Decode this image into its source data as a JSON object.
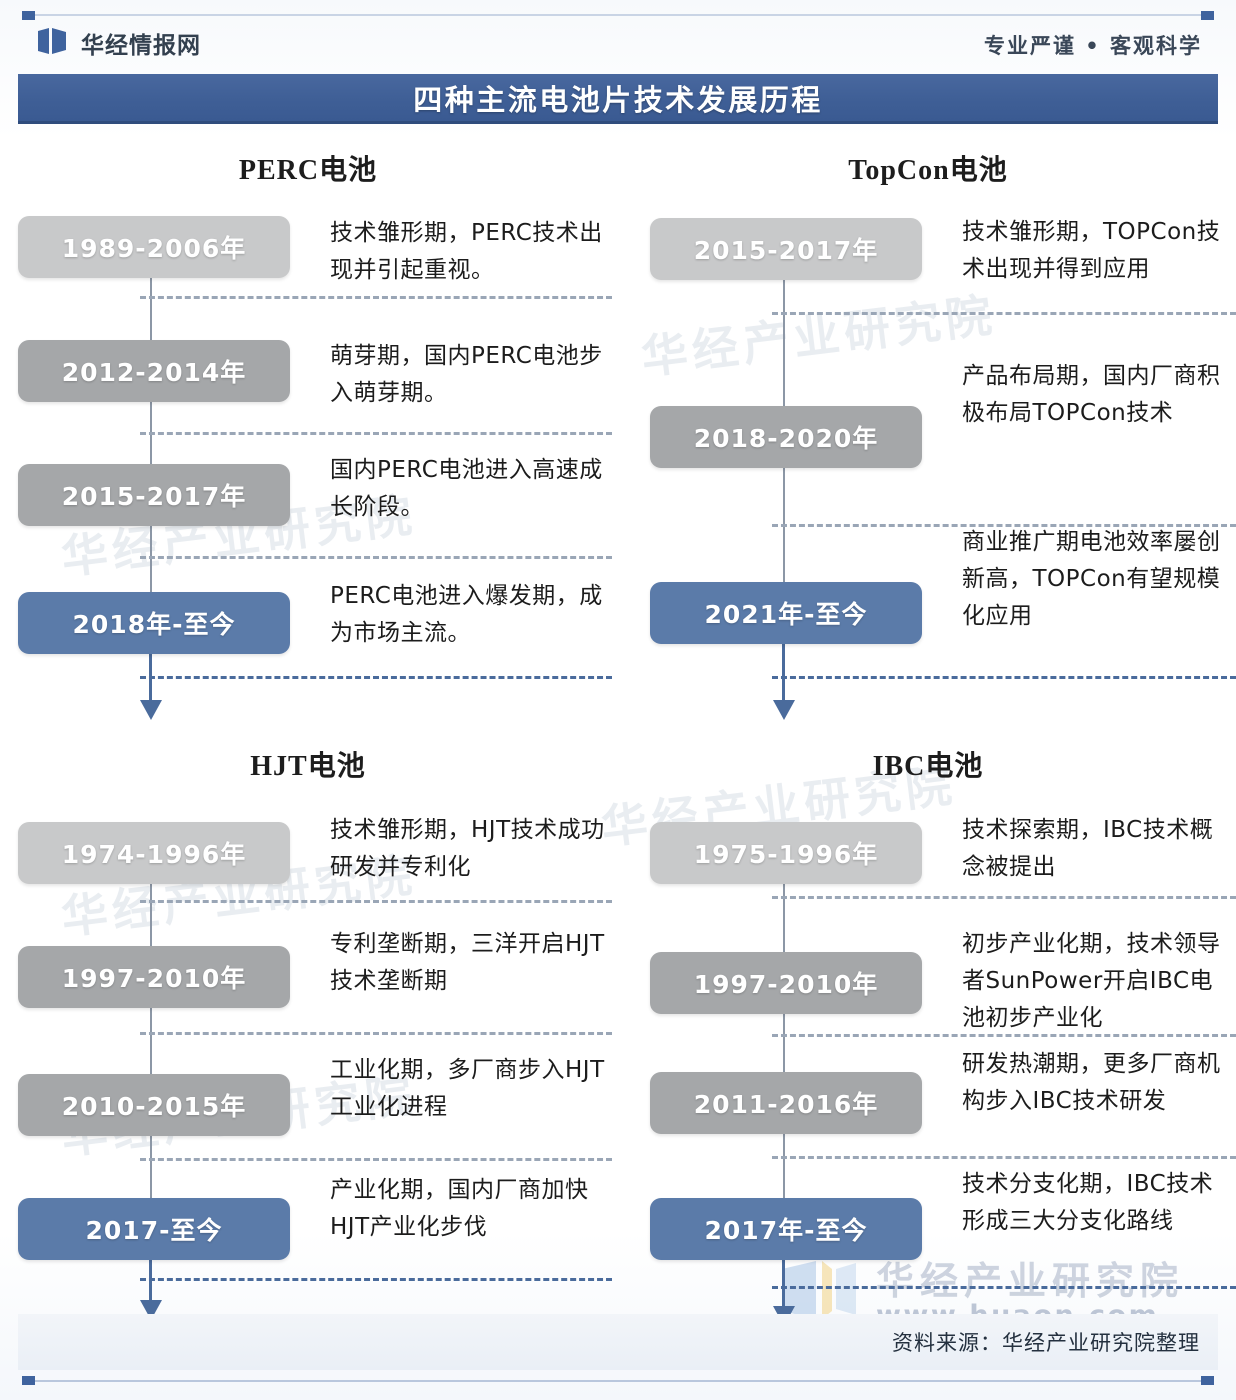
{
  "header": {
    "brand_name": "华经情报网",
    "logo_icon": "book-flag-icon",
    "tagline": "专业严谨 • 客观科学"
  },
  "title": "四种主流电池片技术发展历程",
  "watermarks": {
    "line1": "华经产业研究院",
    "line2": "www.huaon.com",
    "repeat": "华经产业研究院"
  },
  "footer": {
    "source": "资料来源：华经产业研究院整理"
  },
  "sections": [
    {
      "id": "perc",
      "heading": "PERC电池",
      "items": [
        {
          "period": "1989-2006年",
          "desc": "技术雏形期，PERC技术出现并引起重视。",
          "tone": "g1"
        },
        {
          "period": "2012-2014年",
          "desc": "萌芽期，国内PERC电池步入萌芽期。",
          "tone": "g2"
        },
        {
          "period": "2015-2017年",
          "desc": "国内PERC电池进入高速成长阶段。",
          "tone": "g2"
        },
        {
          "period": "2018年-至今",
          "desc": "PERC电池进入爆发期，成为市场主流。",
          "tone": "blue"
        }
      ]
    },
    {
      "id": "topcon",
      "heading": "TopCon电池",
      "items": [
        {
          "period": "2015-2017年",
          "desc": "技术雏形期，TOPCon技术出现并得到应用",
          "tone": "g1"
        },
        {
          "period": "2018-2020年",
          "desc": "产品布局期，国内厂商积极布局TOPCon技术",
          "tone": "g2"
        },
        {
          "period": "2021年-至今",
          "desc": "商业推广期电池效率屡创新高，TOPCon有望规模化应用",
          "tone": "blue"
        }
      ]
    },
    {
      "id": "hjt",
      "heading": "HJT电池",
      "items": [
        {
          "period": "1974-1996年",
          "desc": "技术雏形期，HJT技术成功研发并专利化",
          "tone": "g1"
        },
        {
          "period": "1997-2010年",
          "desc": "专利垄断期，三洋开启HJT技术垄断期",
          "tone": "g2"
        },
        {
          "period": "2010-2015年",
          "desc": "工业化期，多厂商步入HJT工业化进程",
          "tone": "g2"
        },
        {
          "period": "2017-至今",
          "desc": "产业化期，国内厂商加快HJT产业化步伐",
          "tone": "blue"
        }
      ]
    },
    {
      "id": "ibc",
      "heading": "IBC电池",
      "items": [
        {
          "period": "1975-1996年",
          "desc": "技术探索期，IBC技术概念被提出",
          "tone": "g1"
        },
        {
          "period": "1997-2010年",
          "desc": "初步产业化期，技术领导者SunPower开启IBC电池初步产业化",
          "tone": "g2"
        },
        {
          "period": "2011-2016年",
          "desc": "研发热潮期，更多厂商机构步入IBC技术研发",
          "tone": "g2"
        },
        {
          "period": "2017年-至今",
          "desc": "技术分支化期，IBC技术形成三大分支化路线",
          "tone": "blue"
        }
      ]
    }
  ],
  "colors": {
    "title_bar": "#3f5f96",
    "pill_blue": "#5b7ba9",
    "pill_gray_light": "#c8c9ca",
    "pill_gray_dark": "#a5a7a9",
    "spine": "#8c97a6",
    "arrow": "#4a6b9c"
  }
}
